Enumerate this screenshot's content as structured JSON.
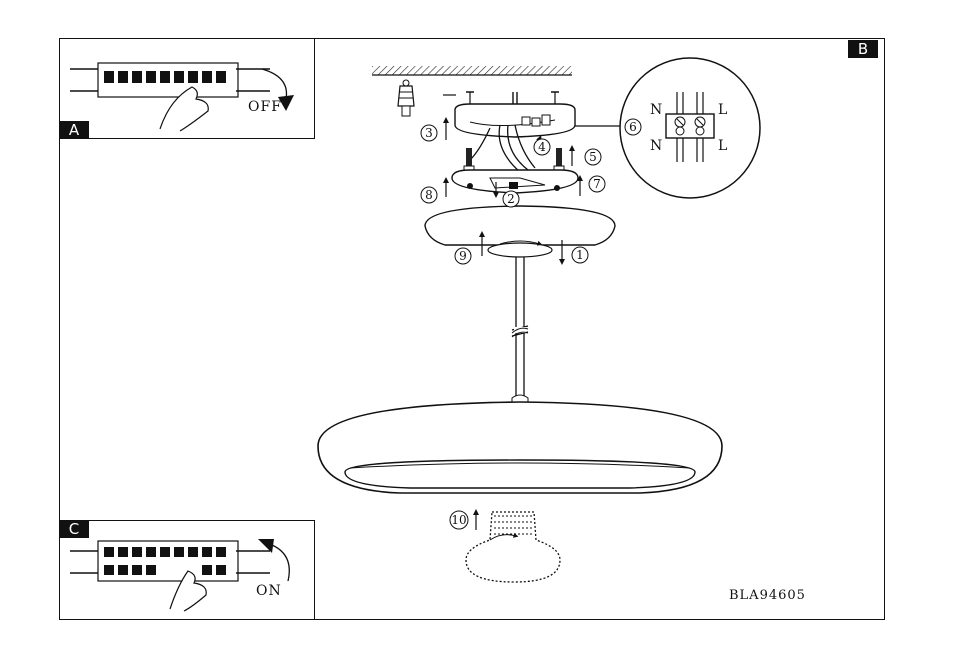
{
  "panels": {
    "a": {
      "tag": "A",
      "switch_label": "OFF"
    },
    "b": {
      "tag": "B"
    },
    "c": {
      "tag": "C",
      "switch_label": "ON"
    }
  },
  "wiring": {
    "neutral": "N",
    "live": "L"
  },
  "steps": [
    "1",
    "2",
    "3",
    "4",
    "5",
    "6",
    "7",
    "8",
    "9",
    "10"
  ],
  "product_code": "BLA94605"
}
